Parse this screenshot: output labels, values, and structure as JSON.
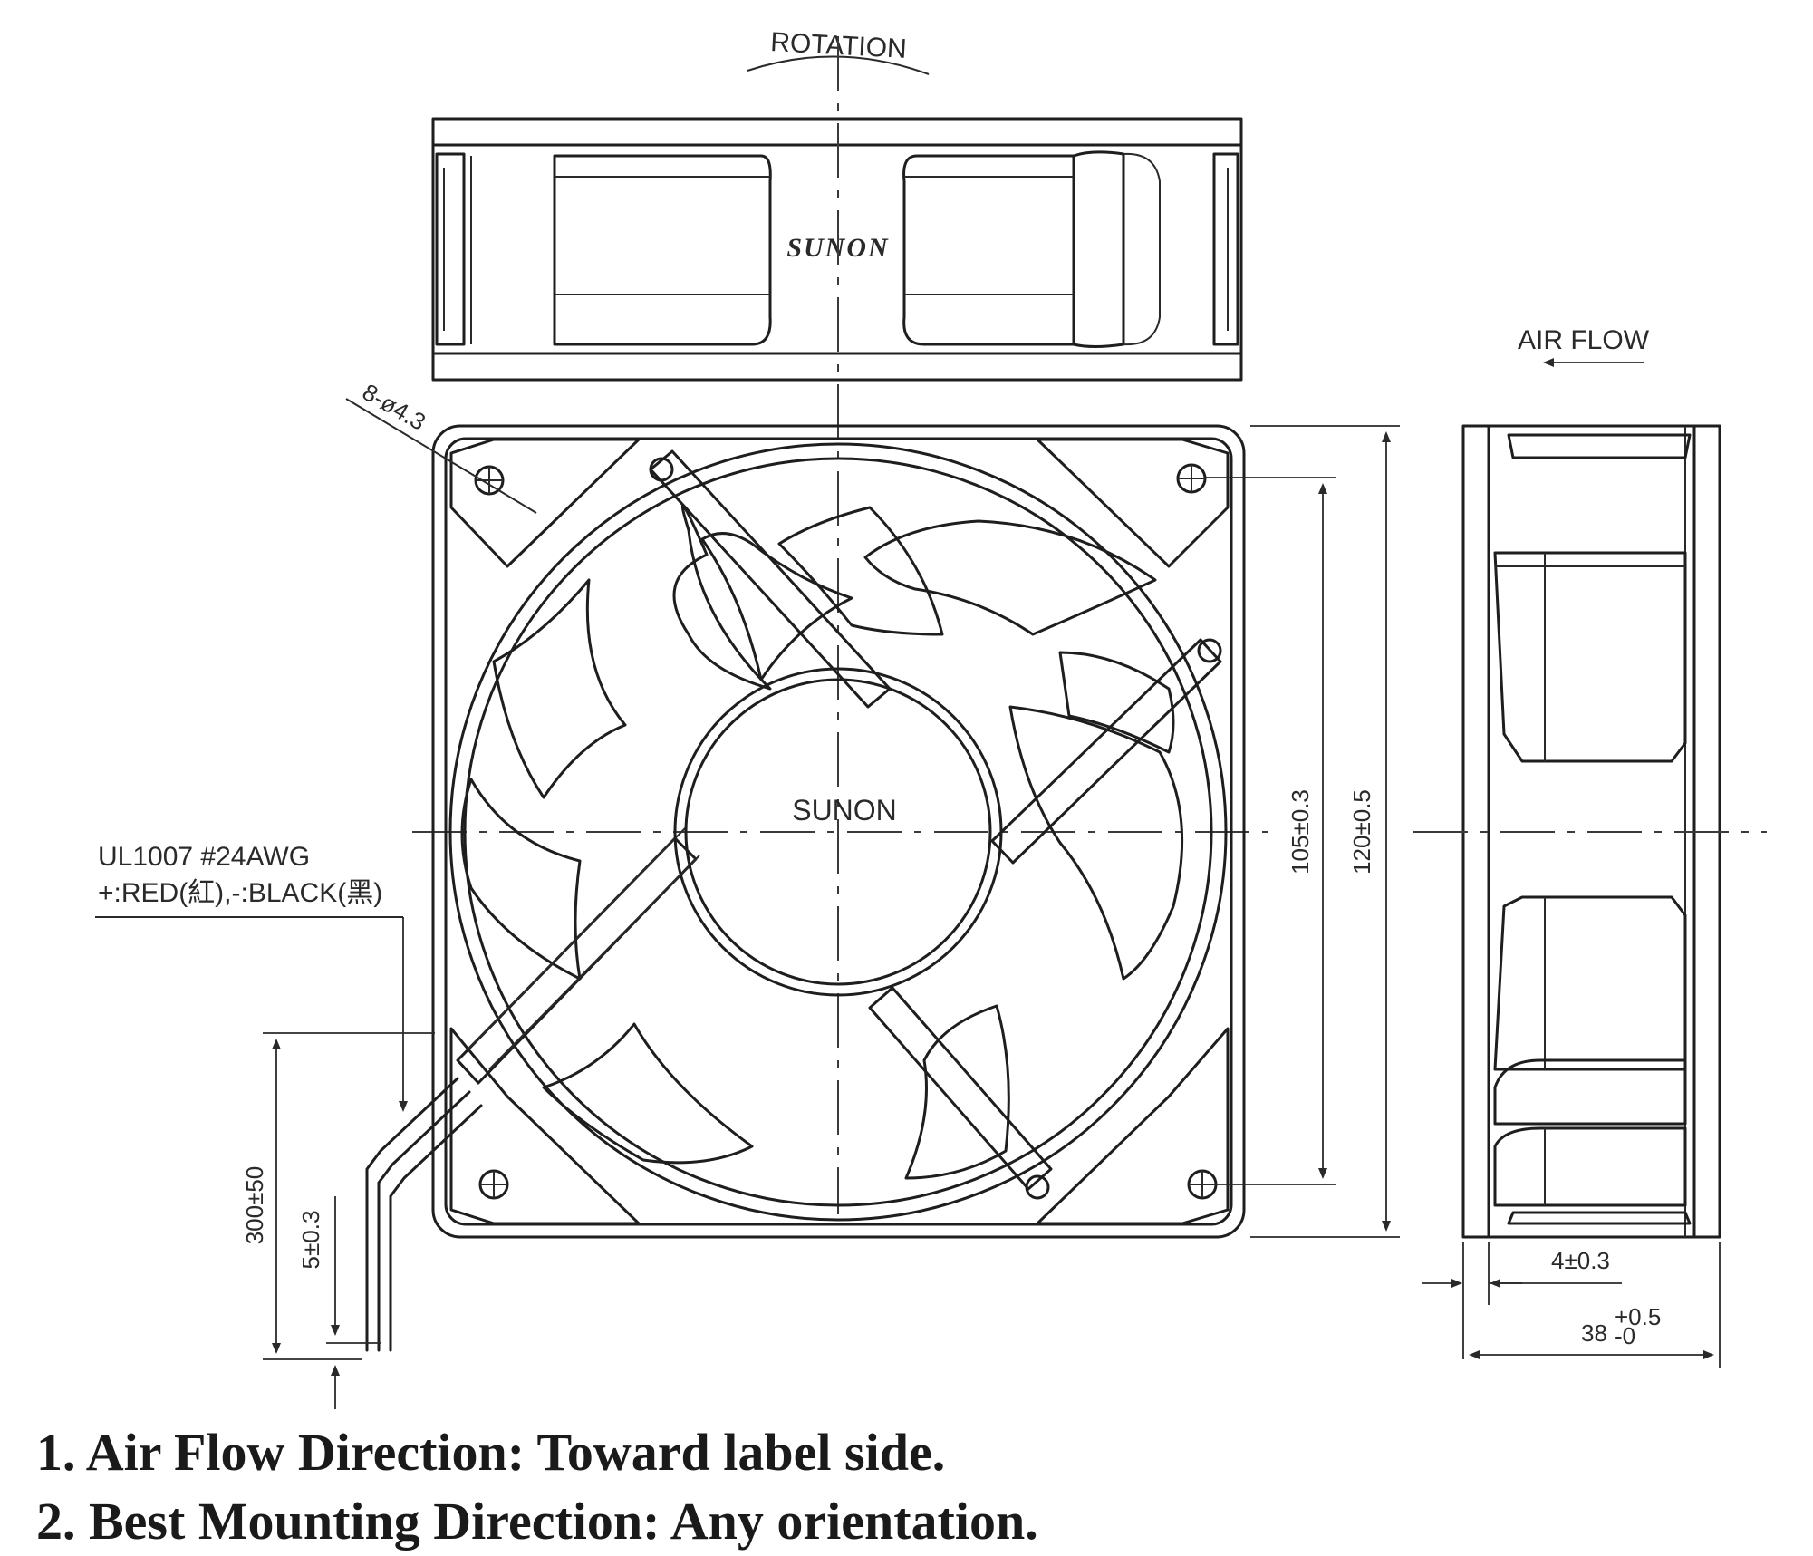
{
  "drawing": {
    "rotation_label": "ROTATION",
    "brand_top": "SUNON",
    "brand_hub": "SUNON",
    "airflow_label": "AIR FLOW",
    "hole_label": "8-ø4.3",
    "wire_spec": "UL1007 #24AWG",
    "wire_colors": "+:RED(紅),-:BLACK(黑)",
    "dim_105": "105±0.3",
    "dim_120": "120±0.5",
    "dim_300": "300±50",
    "dim_5": "5±0.3",
    "dim_4": "4±0.3",
    "dim_38": "38",
    "dim_38_tol_upper": "+0.5",
    "dim_38_tol_lower": "-0"
  },
  "notes": [
    "1.  Air Flow Direction:  Toward label side.",
    "2.  Best Mounting Direction: Any orientation."
  ]
}
